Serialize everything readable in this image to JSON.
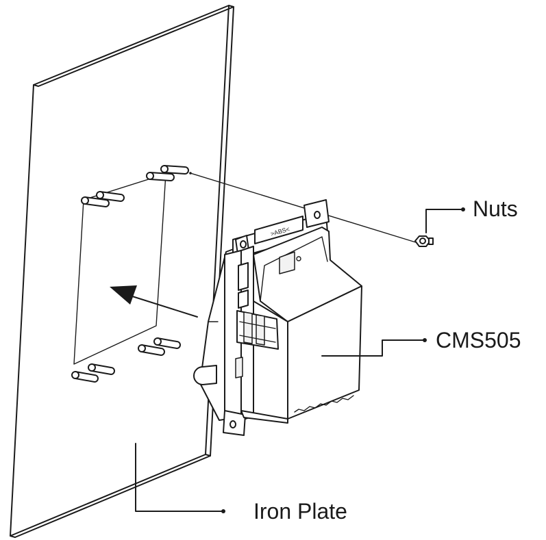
{
  "labels": {
    "nuts": "Nuts",
    "cms505": "CMS505",
    "iron_plate": "Iron Plate"
  },
  "housing_marking": ">ABS<"
}
